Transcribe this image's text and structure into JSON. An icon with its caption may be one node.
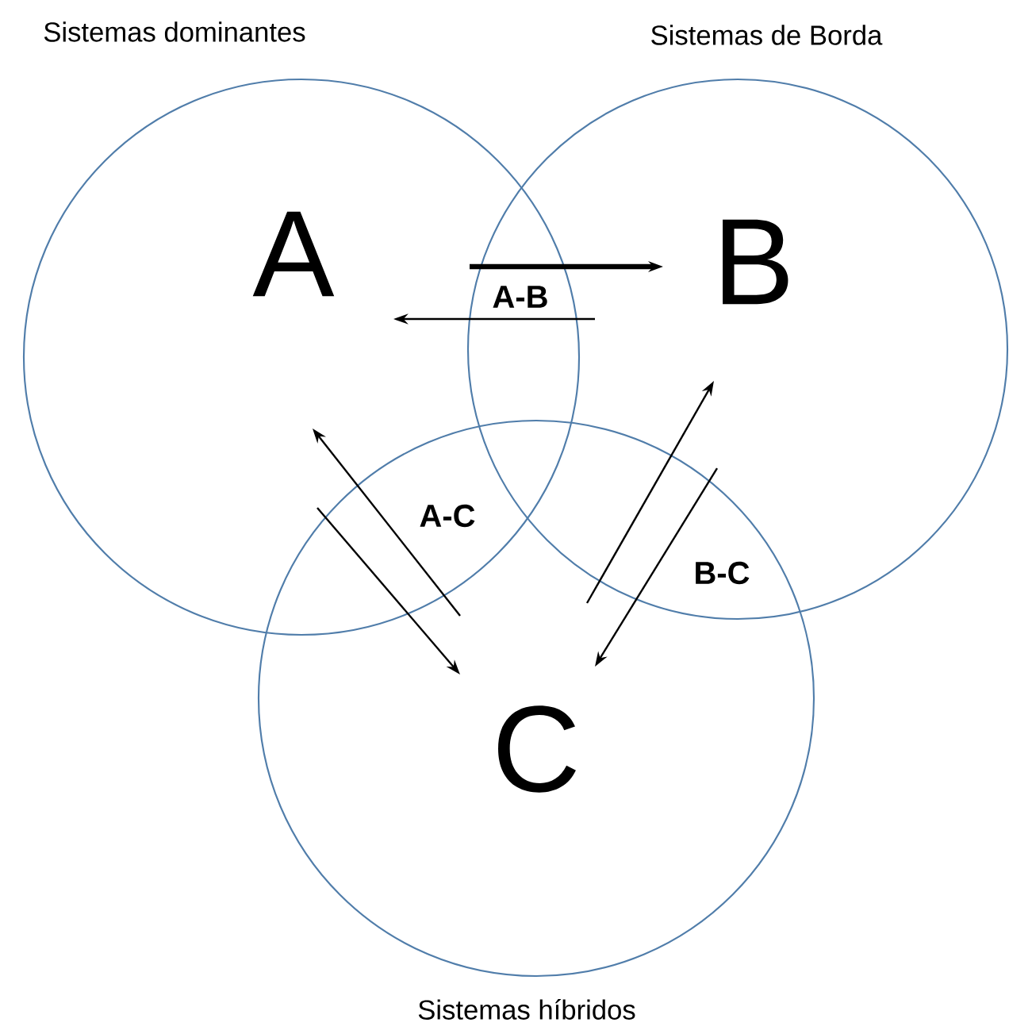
{
  "diagram": {
    "nodes": [
      {
        "text": [
          "Sistemas dominantes",
          "A"
        ]
      },
      {
        "text": [
          "Sistemas de Borda",
          "B"
        ]
      },
      {
        "text": [
          "C",
          "Sistemas híbridos"
        ]
      }
    ],
    "edges": [
      {
        "from": 0,
        "to": 1,
        "arrow": "to",
        "style": "thick"
      },
      {
        "from": 1,
        "to": 0,
        "arrow": "to"
      },
      {
        "from": 0,
        "to": 2,
        "arrow": "to"
      },
      {
        "from": 2,
        "to": 0,
        "arrow": "to"
      },
      {
        "from": 2,
        "to": 1,
        "arrow": "to"
      },
      {
        "from": 1,
        "to": 2,
        "arrow": "to"
      }
    ],
    "labels": [
      "A-B",
      "A-C",
      "B-C"
    ]
  }
}
